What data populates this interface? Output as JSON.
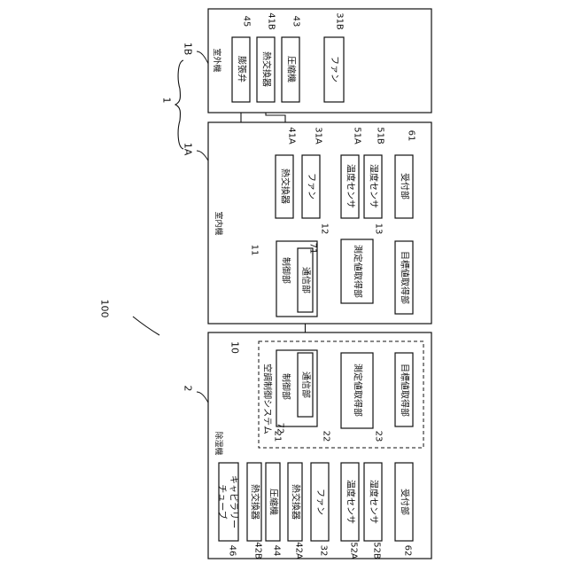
{
  "system_ref": "100",
  "refs": {
    "r1": "1",
    "r1A": "1A",
    "r1B": "1B",
    "r2": "2",
    "r10": "10",
    "r11": "11",
    "r12": "12",
    "r13": "13",
    "r21": "21",
    "r22": "22",
    "r23": "23",
    "r71": "71",
    "r72": "72"
  },
  "units": {
    "outdoor": {
      "label": "室外機",
      "ref": "1B"
    },
    "indoor": {
      "label": "室内機",
      "ref": "1A"
    },
    "dehumidifier": {
      "label": "除湿機",
      "ref": "2"
    },
    "air_conditioner": {
      "ref": "1"
    },
    "control_system": {
      "label": "空調制御システム",
      "ref": "10"
    }
  },
  "outdoor_components": [
    {
      "ref": "45",
      "label": "膨張弁"
    },
    {
      "ref": "41B",
      "label": "熱交換器"
    },
    {
      "ref": "43",
      "label": "圧縮機"
    },
    {
      "ref": "31B",
      "label": "ファン"
    }
  ],
  "indoor_components": [
    {
      "ref": "41A",
      "label": "熱交換器"
    },
    {
      "ref": "31A",
      "label": "ファン"
    },
    {
      "ref": "51A",
      "label": "温度センサ"
    },
    {
      "ref": "51B",
      "label": "湿度センサ"
    },
    {
      "ref": "61",
      "label": "受付部"
    }
  ],
  "indoor_blocks": {
    "control": "制御部",
    "comm": "通信部",
    "measure": "測定値取得部",
    "target": "目標値取得部"
  },
  "dehum_blocks": {
    "control": "制御部",
    "comm": "通信部",
    "measure": "測定値取得部",
    "target": "目標値取得部"
  },
  "dehum_components": [
    {
      "ref": "46",
      "label": "キャピラリー\nチューブ"
    },
    {
      "ref": "42B",
      "label": "熱交換器"
    },
    {
      "ref": "44",
      "label": "圧縮機"
    },
    {
      "ref": "42A",
      "label": "熱交換器"
    },
    {
      "ref": "32",
      "label": "ファン"
    },
    {
      "ref": "52A",
      "label": "温度センサ"
    },
    {
      "ref": "52B",
      "label": "湿度センサ"
    },
    {
      "ref": "62",
      "label": "受付部"
    }
  ]
}
